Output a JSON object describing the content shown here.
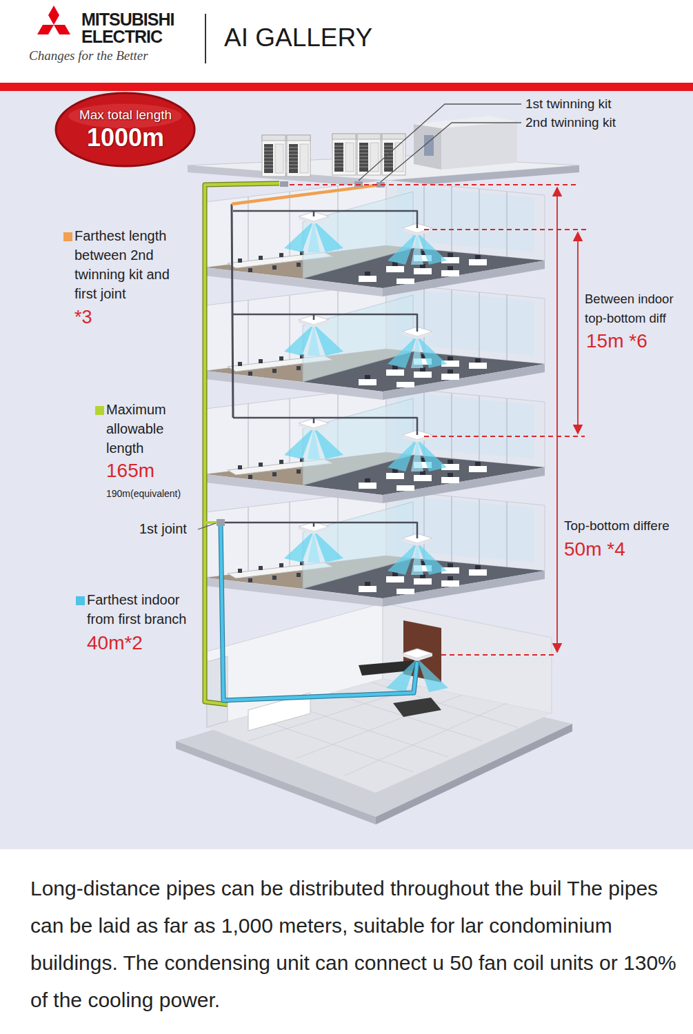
{
  "diagram": {
    "title": "AI GALLERY",
    "caption": "Long-distance pipes can be distributed throughout the buil The pipes can be laid as far as 1,000 meters, suitable for lar condominium buildings. The condensing unit can connect u 50 fan coil units or 130% of the cooling power.",
    "nodes": [
      {
        "text": [
          "Max total length",
          "1000m"
        ]
      }
    ],
    "labels": [
      "MITSUBISHI",
      "ELECTRIC",
      "Changes for the Better",
      "1st twinning kit",
      "2nd twinning kit",
      "*3",
      "Between indoor top-bottom diff",
      "15m *6",
      "165m",
      "190m(equivalent)",
      "1st joint",
      "Top-bottom differe",
      "50m *4",
      "40m*2"
    ],
    "legend": [
      {
        "text": "Farthest length between 2nd twinning kit and first joint",
        "color": "#f0a050"
      },
      {
        "text": "Maximum allowable length",
        "color": "#b5d334"
      },
      {
        "text": "Farthest indoor from first branch",
        "color": "#4fc3e8"
      }
    ]
  }
}
